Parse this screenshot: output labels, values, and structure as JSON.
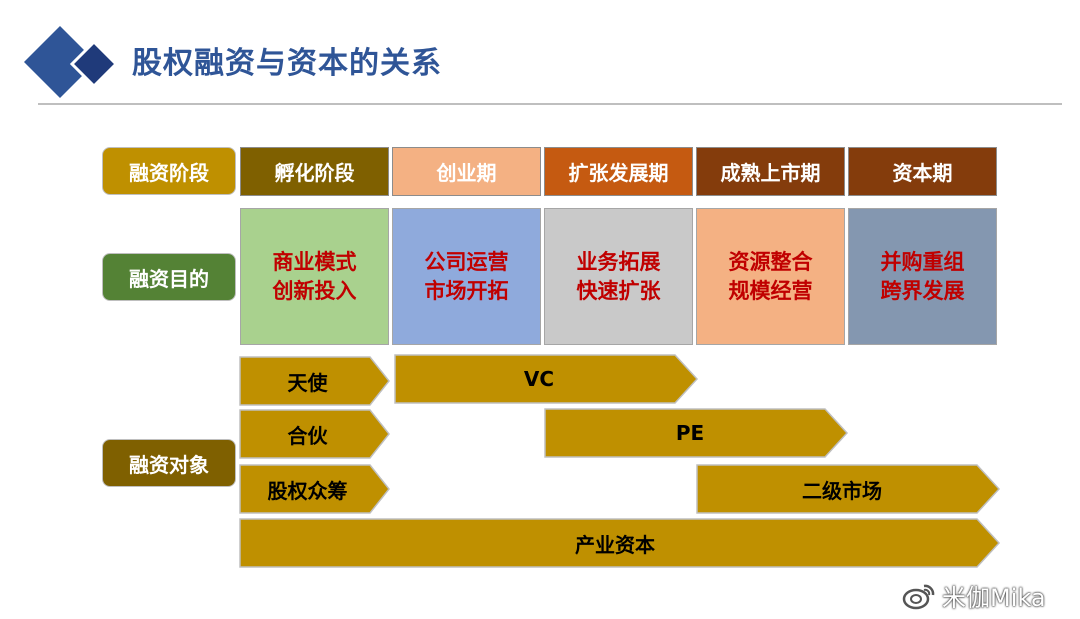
{
  "title": "股权融资与资本的关系",
  "colors": {
    "title": "#2f5597",
    "diamond_large": "#2f5597",
    "diamond_small": "#1f3a7a",
    "arrow_fill": "#bf9000",
    "purpose_text": "#c00000"
  },
  "row_labels": {
    "stage": "融资阶段",
    "purpose": "融资目的",
    "object": "融资对象"
  },
  "stages": [
    {
      "label": "孵化阶段",
      "color": "#7f6000"
    },
    {
      "label": "创业期",
      "color": "#f4b183"
    },
    {
      "label": "扩张发展期",
      "color": "#c55a11"
    },
    {
      "label": "成熟上市期",
      "color": "#843c0c"
    },
    {
      "label": "资本期",
      "color": "#843c0c"
    }
  ],
  "purposes": [
    {
      "line1": "商业模式",
      "line2": "创新投入",
      "color": "#a9d18e"
    },
    {
      "line1": "公司运营",
      "line2": "市场开拓",
      "color": "#8faadc"
    },
    {
      "line1": "业务拓展",
      "line2": "快速扩张",
      "color": "#c9c9c9"
    },
    {
      "line1": "资源整合",
      "line2": "规模经营",
      "color": "#f4b183"
    },
    {
      "line1": "并购重组",
      "line2": "跨界发展",
      "color": "#8497b0"
    }
  ],
  "investors": {
    "angel": "天使",
    "partner": "合伙",
    "crowdfunding": "股权众筹",
    "vc": "VC",
    "pe": "PE",
    "secondary_market": "二级市场",
    "industrial_capital": "产业资本"
  },
  "watermark": {
    "icon": "weibo-icon",
    "text": "米伽Mika"
  }
}
